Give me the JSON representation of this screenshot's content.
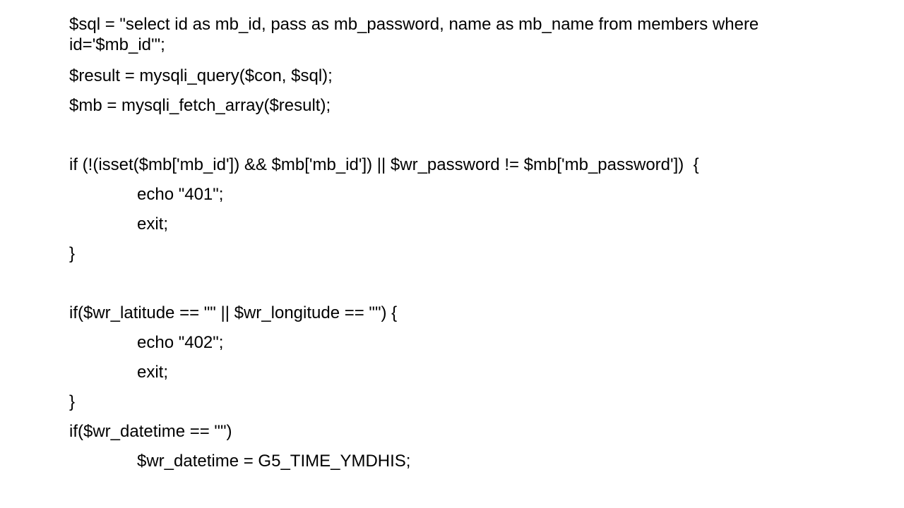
{
  "code_lines": [
    "$sql = \"select id as mb_id, pass as mb_password, name as mb_name from members where id='$mb_id'\";",
    "$result = mysqli_query($con, $sql);",
    "$mb = mysqli_fetch_array($result);",
    "if (!(isset($mb['mb_id']) && $mb['mb_id']) || $wr_password != $mb['mb_password'])  {",
    "echo \"401\";",
    "exit;",
    "}",
    "if($wr_latitude == \"\" || $wr_longitude == \"\") {",
    "echo \"402\";",
    "exit;",
    "}",
    "if($wr_datetime == \"\")",
    "$wr_datetime = G5_TIME_YMDHIS;"
  ]
}
